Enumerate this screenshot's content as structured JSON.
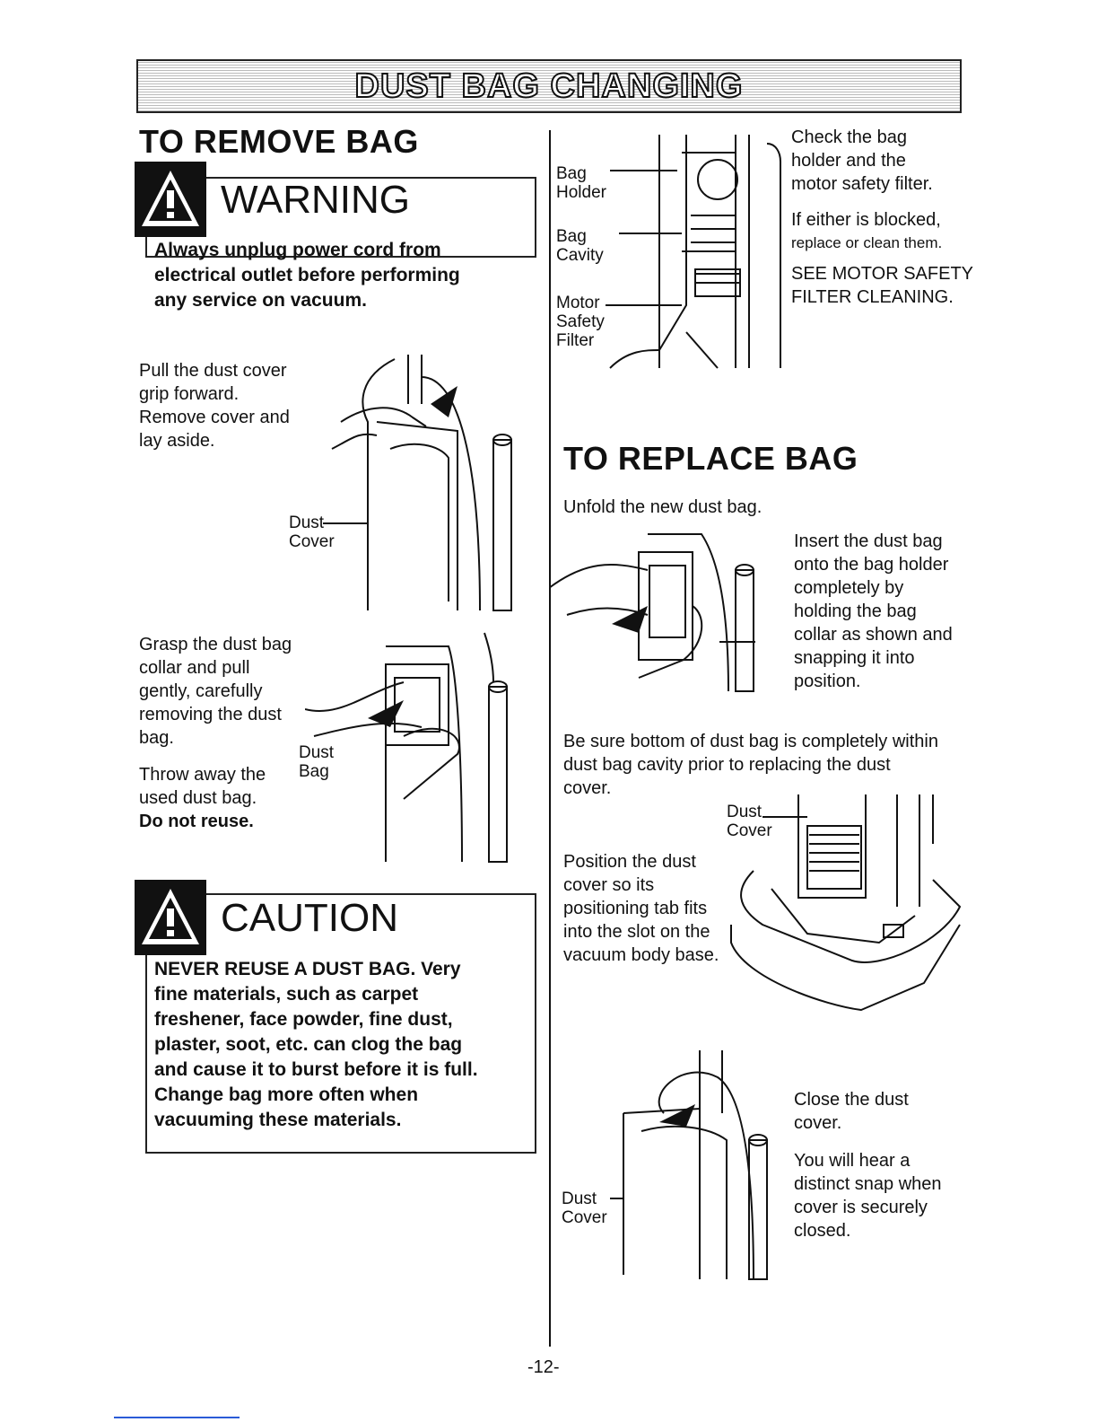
{
  "banner": {
    "title": "DUST BAG CHANGING"
  },
  "remove": {
    "title": "TO REMOVE BAG",
    "warning": {
      "heading": "WARNING",
      "text": [
        "Always unplug power cord from",
        "electrical outlet before performing",
        "any service on vacuum."
      ]
    },
    "step1": [
      "Pull the dust cover",
      "grip forward.",
      "Remove cover and",
      "lay aside."
    ],
    "step1_label": [
      "Dust",
      "Cover"
    ],
    "step2": [
      "Grasp the dust bag",
      "collar and pull",
      "gently, carefully",
      "removing the dust",
      "bag."
    ],
    "step2_label": [
      "Dust",
      "Bag"
    ],
    "step3": [
      "Throw away the",
      "used dust bag."
    ],
    "step3_bold": "Do not reuse.",
    "caution": {
      "heading": "CAUTION",
      "text": [
        "NEVER REUSE A DUST BAG. Very",
        "fine materials, such as carpet",
        "freshener, face powder, fine dust,",
        "plaster, soot, etc. can clog the bag",
        "and cause it to burst before it is full.",
        "Change bag more often when",
        "vacuuming these materials."
      ]
    }
  },
  "check": {
    "labels": {
      "bag_holder": [
        "Bag",
        "Holder"
      ],
      "bag_cavity": [
        "Bag",
        "Cavity"
      ],
      "motor_filter": [
        "Motor",
        "Safety",
        "Filter"
      ]
    },
    "text1": [
      "Check the bag",
      "holder and the",
      "motor safety filter."
    ],
    "text2": [
      "If either is blocked,",
      "replace or clean them."
    ],
    "text3": [
      "SEE MOTOR SAFETY",
      "FILTER CLEANING."
    ]
  },
  "replace": {
    "title": "TO REPLACE BAG",
    "unfold": "Unfold the new dust bag.",
    "insert": [
      "Insert the dust bag",
      "onto the bag holder",
      "completely by",
      "holding the bag",
      "collar as shown and",
      "snapping it into",
      "position."
    ],
    "be_sure": [
      "Be sure bottom of dust bag is completely within",
      "dust bag cavity prior to replacing the dust",
      "cover."
    ],
    "position_label": [
      "Dust",
      "Cover"
    ],
    "position": [
      "Position the dust",
      "cover so its",
      "positioning tab fits",
      "into the slot on the",
      "vacuum body base."
    ],
    "close": [
      "Close the dust",
      "cover."
    ],
    "snap": [
      "You will hear a",
      "distinct snap when",
      "cover is securely",
      "closed."
    ],
    "close_label": [
      "Dust",
      "Cover"
    ]
  },
  "page_number": "-12-"
}
